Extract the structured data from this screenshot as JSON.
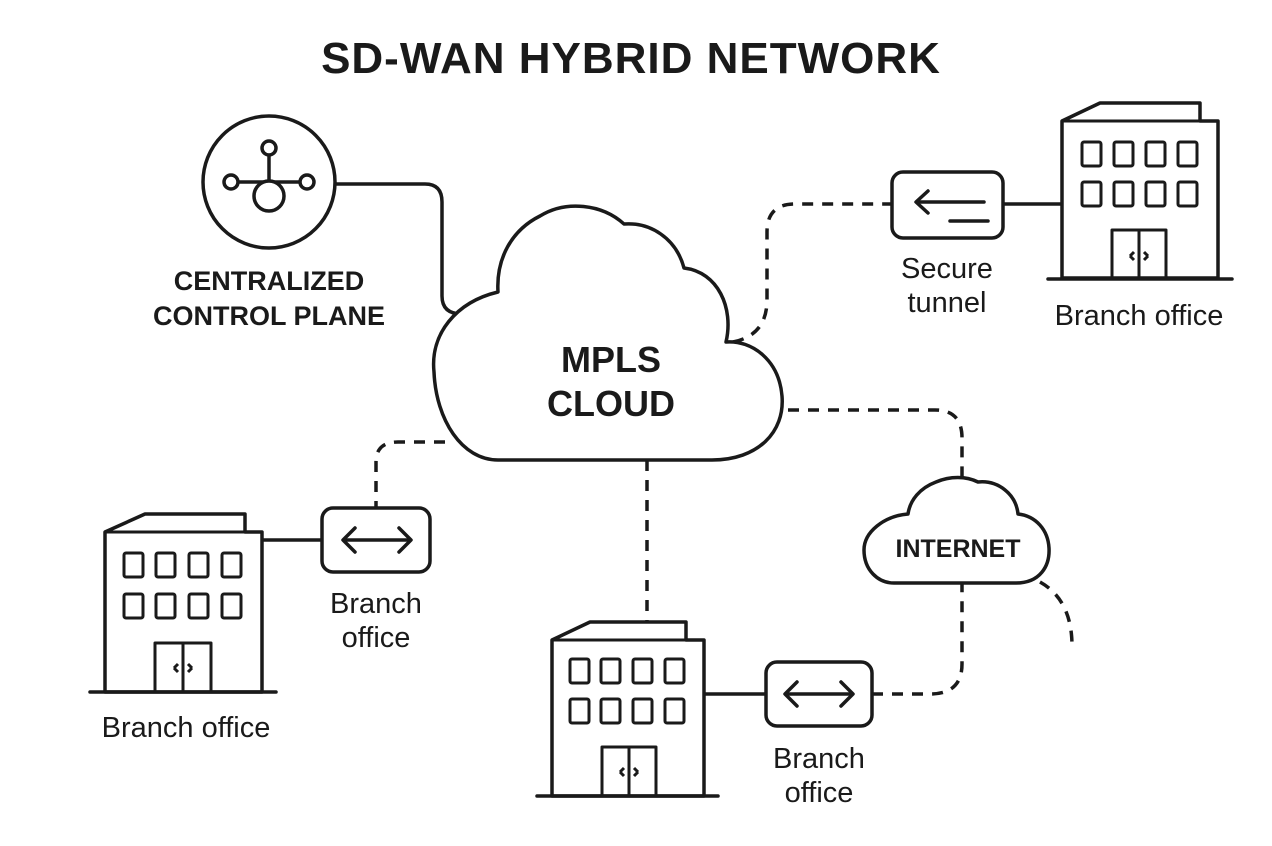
{
  "title": "SD-WAN HYBRID NETWORK",
  "control_plane": {
    "line1": "CENTRALIZED",
    "line2": "CONTROL PLANE",
    "icon": "hub-network-icon"
  },
  "mpls_cloud": {
    "line1": "MPLS",
    "line2": "CLOUD"
  },
  "internet_cloud": {
    "label": "INTERNET"
  },
  "secure_tunnel": {
    "line1": "Secure",
    "line2": "tunnel"
  },
  "branch_top_right": {
    "label": "Branch office"
  },
  "branch_left": {
    "building_label": "Branch office",
    "router_label_line1": "Branch",
    "router_label_line2": "office"
  },
  "branch_bottom": {
    "router_label_line1": "Branch",
    "router_label_line2": "office"
  },
  "icons": [
    "hub-network-icon",
    "cloud-icon",
    "router-arrows-icon",
    "building-icon"
  ]
}
